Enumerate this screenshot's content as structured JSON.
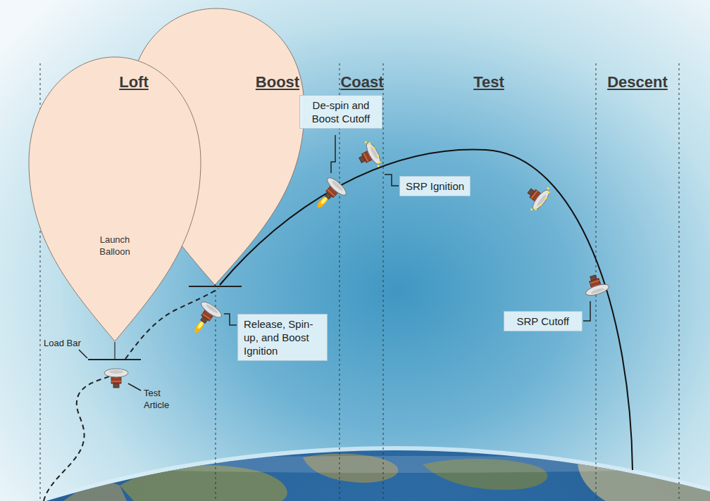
{
  "diagram": {
    "nodes": [
      {
        "text": [
          "De-spin and Boost Cutoff"
        ]
      },
      {
        "text": [
          "SRP Ignition"
        ]
      },
      {
        "text": [
          "Launch Balloon"
        ]
      },
      {
        "text": [
          "Release, Spin-up, and Boost Ignition"
        ]
      },
      {
        "text": [
          "SRP Cutoff"
        ]
      }
    ],
    "labels": [
      "Loft",
      "Boost",
      "Coast",
      "Test",
      "Descent",
      "Load Bar",
      "Test Article"
    ]
  }
}
